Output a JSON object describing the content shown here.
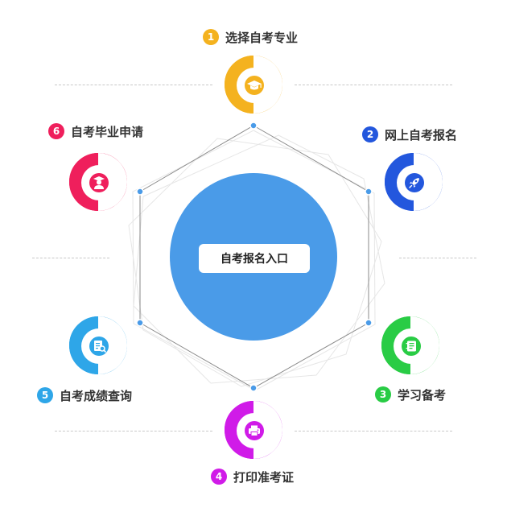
{
  "center": {
    "button_label": "自考报名入口",
    "color": "#4a9be8"
  },
  "steps": [
    {
      "num": "1",
      "label": "选择自考专业",
      "color": "#f4b21f",
      "icon": "graduation-cap-icon"
    },
    {
      "num": "2",
      "label": "网上自考报名",
      "color": "#2357dd",
      "icon": "rocket-icon"
    },
    {
      "num": "3",
      "label": "学习备考",
      "color": "#29cc45",
      "icon": "notebook-icon"
    },
    {
      "num": "4",
      "label": "打印准考证",
      "color": "#d01be8",
      "icon": "printer-icon"
    },
    {
      "num": "5",
      "label": "自考成绩查询",
      "color": "#2ea6e8",
      "icon": "score-report-icon"
    },
    {
      "num": "6",
      "label": "自考毕业申请",
      "color": "#ef1f5c",
      "icon": "graduate-person-icon"
    }
  ]
}
